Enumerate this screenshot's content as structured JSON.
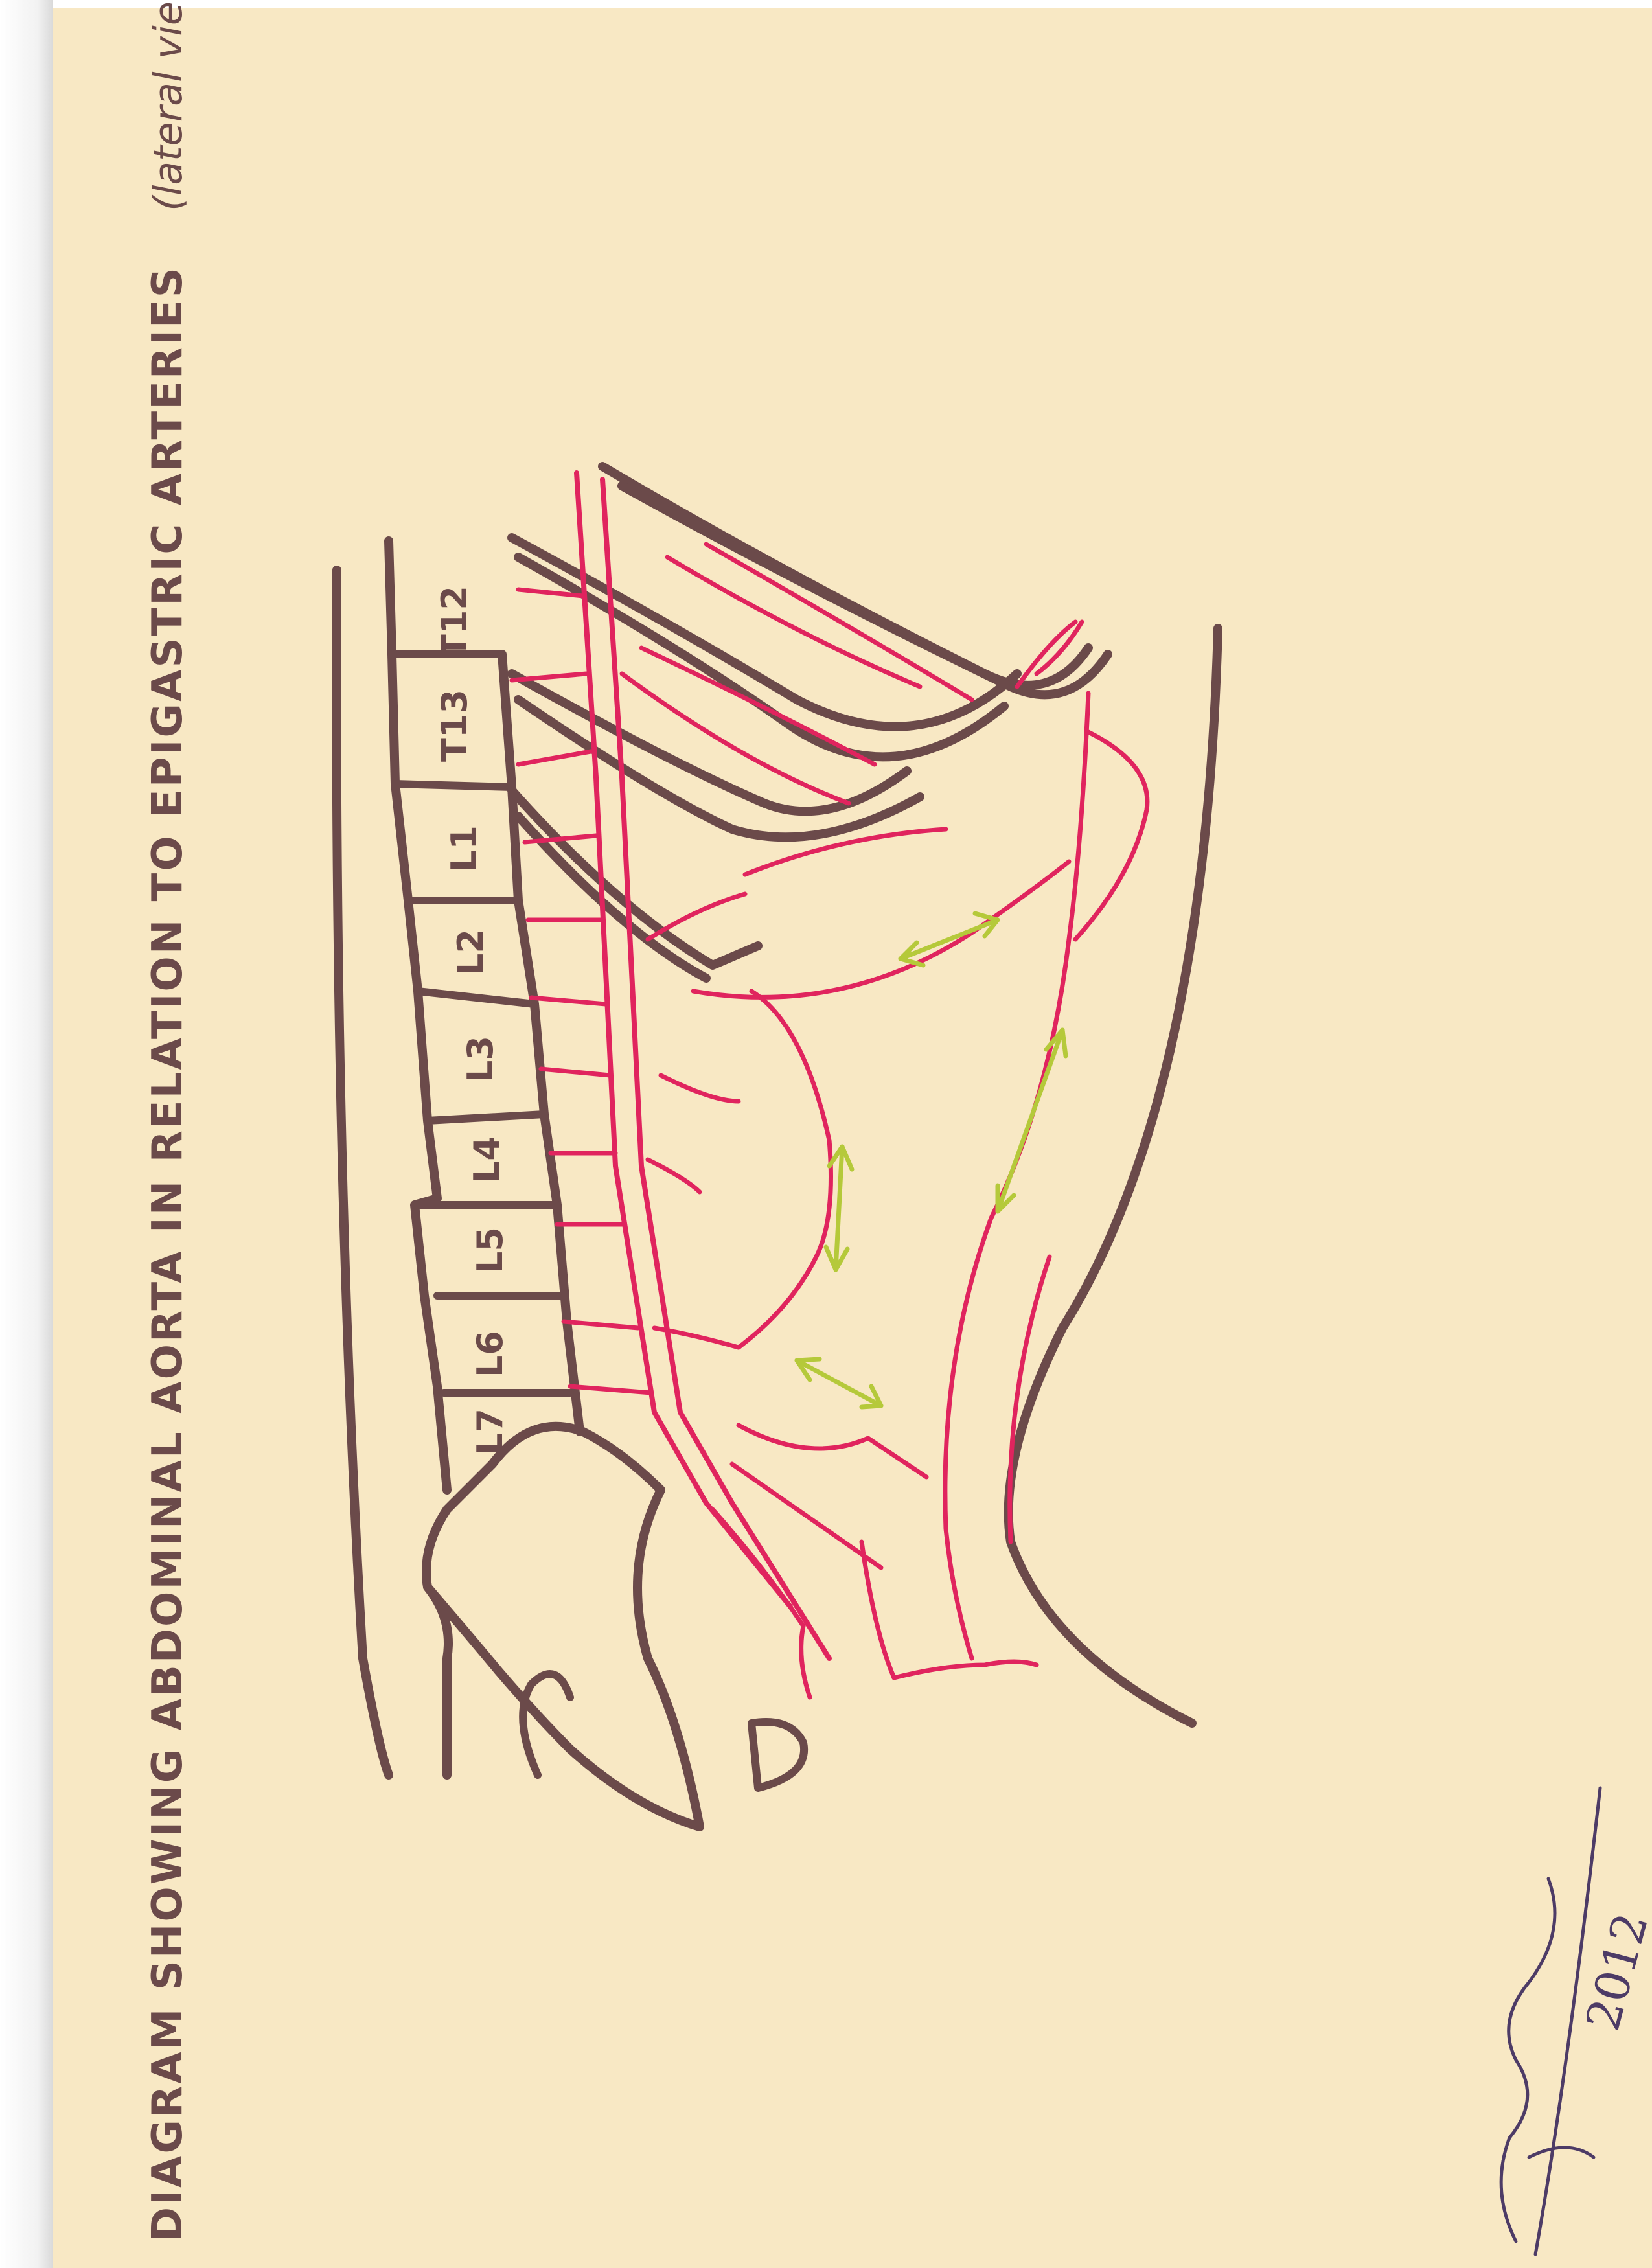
{
  "diagram": {
    "title": "DIAGRAM SHOWING ABDOMINAL AORTA IN RELATION TO EPIGASTRIC ARTERIES",
    "subtitle": "(lateral view)",
    "vertebrae": [
      {
        "id": "t12",
        "label": "T12"
      },
      {
        "id": "t13",
        "label": "T13"
      },
      {
        "id": "l1",
        "label": "L1"
      },
      {
        "id": "l2",
        "label": "L2"
      },
      {
        "id": "l3",
        "label": "L3"
      },
      {
        "id": "l4",
        "label": "L4"
      },
      {
        "id": "l5",
        "label": "L5"
      },
      {
        "id": "l6",
        "label": "L6"
      },
      {
        "id": "l7",
        "label": "L7"
      }
    ],
    "signature_year": "2012",
    "colors": {
      "paper": "#f8e8c4",
      "bone_outline": "#6b4a4a",
      "artery": "#e0245e",
      "arrow": "#b5c93a",
      "signature_ink": "#4d3b66"
    }
  }
}
